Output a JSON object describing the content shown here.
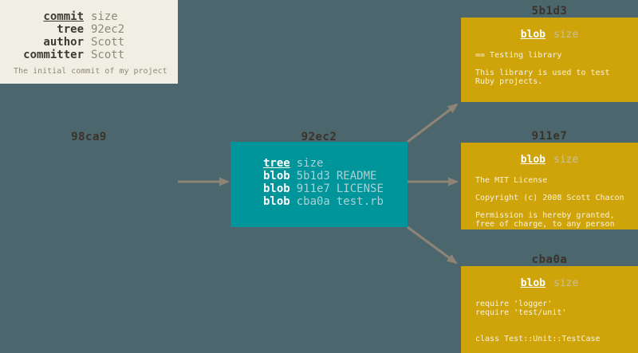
{
  "colors": {
    "background": "#4c666e",
    "commit_box": "#f1efe4",
    "tree_box": "#00949b",
    "blob_box": "#cfa40a",
    "arrow": "#8e8476",
    "hash_label_text": "#3b332a"
  },
  "commit": {
    "label": "98ca9",
    "header_key": "commit",
    "header_value": "size",
    "rows": [
      {
        "key": "tree",
        "value": "92ec2"
      },
      {
        "key": "author",
        "value": "Scott"
      },
      {
        "key": "committer",
        "value": "Scott"
      }
    ],
    "description": "The initial commit of my project"
  },
  "tree": {
    "label": "92ec2",
    "header_key": "tree",
    "header_value": "size",
    "entries": [
      {
        "type": "blob",
        "hash": "5b1d3",
        "file": "README"
      },
      {
        "type": "blob",
        "hash": "911e7",
        "file": "LICENSE"
      },
      {
        "type": "blob",
        "hash": "cba0a",
        "file": "test.rb"
      }
    ]
  },
  "blobs": [
    {
      "label": "5b1d3",
      "header_key": "blob",
      "header_value": "size",
      "content": "== Testing library\n\nThis library is used to test\nRuby projects."
    },
    {
      "label": "911e7",
      "header_key": "blob",
      "header_value": "size",
      "content": "The MIT License\n\nCopyright (c) 2008 Scott Chacon\n\nPermission is hereby granted,\nfree of charge, to any person"
    },
    {
      "label": "cba0a",
      "header_key": "blob",
      "header_value": "size",
      "content": "require 'logger'\nrequire 'test/unit'\n\n\nclass Test::Unit::TestCase"
    }
  ]
}
